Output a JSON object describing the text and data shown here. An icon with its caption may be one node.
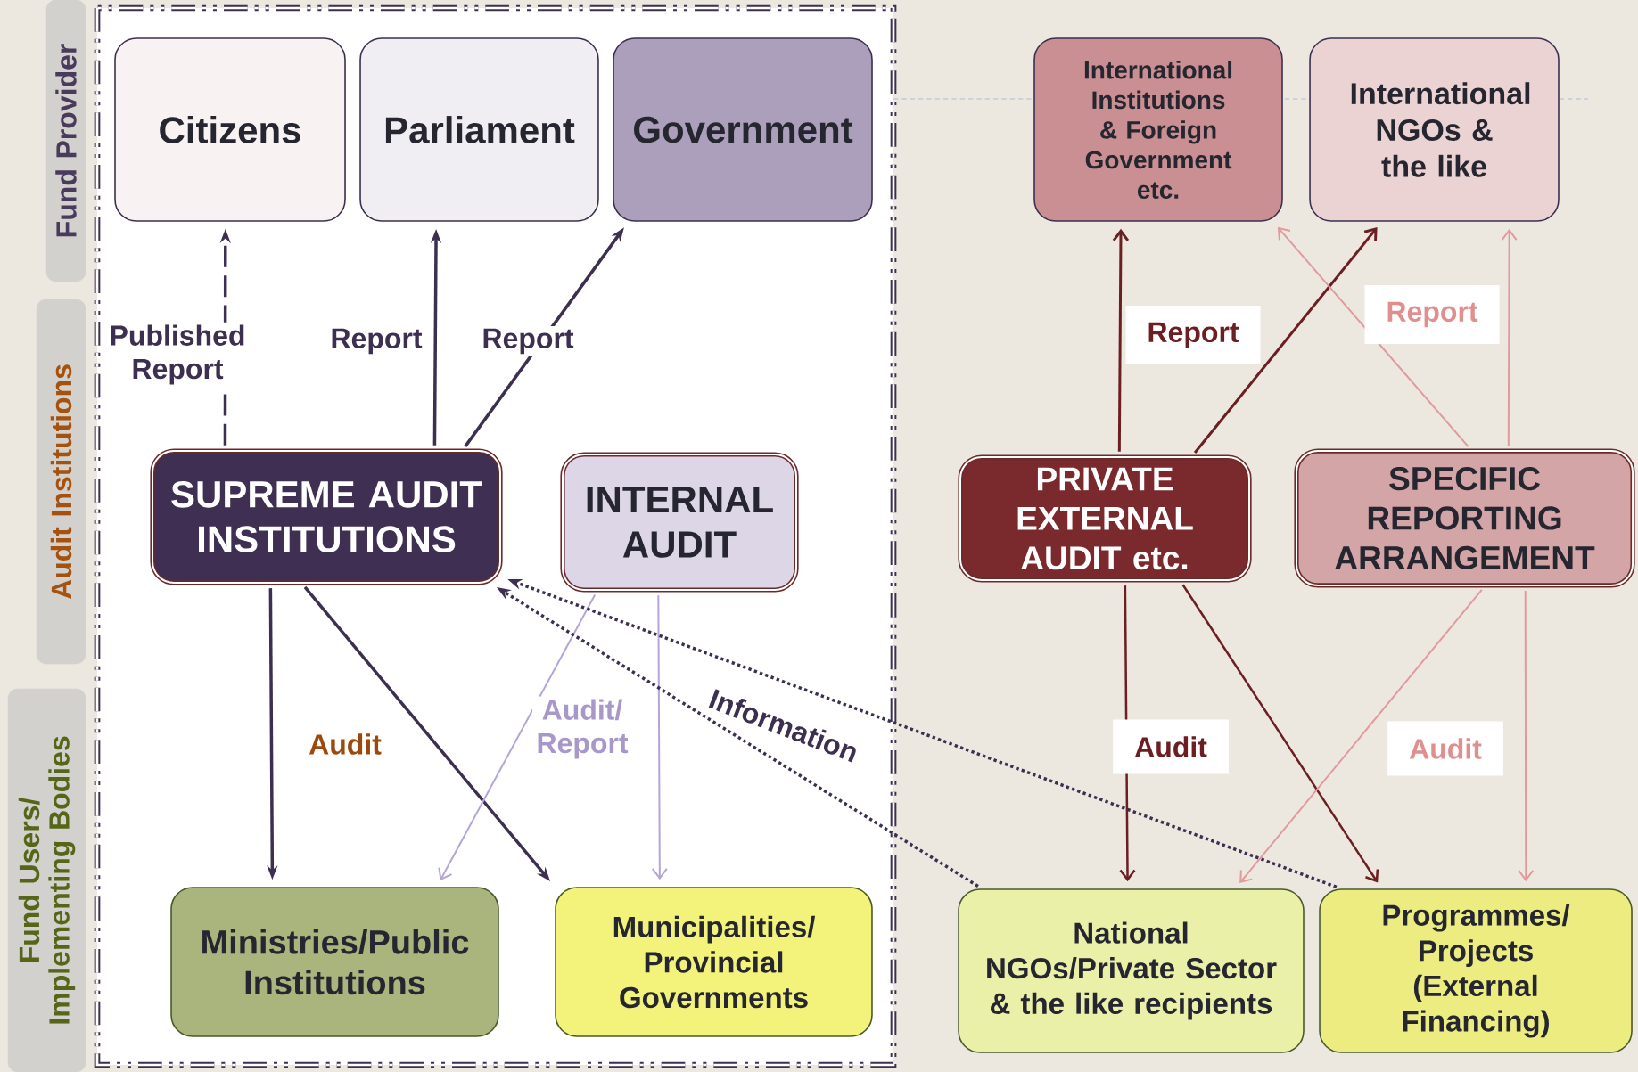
{
  "diagram": {
    "nodes": [
      {
        "text": [
          "Citizens"
        ]
      },
      {
        "text": [
          "Parliament"
        ]
      },
      {
        "text": [
          "Government"
        ]
      },
      {
        "text": [
          "International Institutions & Foreign Government etc."
        ]
      },
      {
        "text": [
          "International NGOs & the like"
        ]
      },
      {
        "text": [
          "SUPREME AUDIT INSTITUTIONS"
        ]
      },
      {
        "text": [
          "INTERNAL AUDIT"
        ]
      },
      {
        "text": [
          "PRIVATE EXTERNAL AUDIT etc."
        ]
      },
      {
        "text": [
          "SPECIFIC REPORTING ARRANGEMENT"
        ]
      },
      {
        "text": [
          "Ministries/Public Institutions"
        ]
      },
      {
        "text": [
          "Municipalities/ Provincial Governments"
        ]
      },
      {
        "text": [
          "National NGOs/Private Sector & the like recipients"
        ]
      },
      {
        "text": [
          "Programmes/ Projects (External Financing)"
        ]
      },
      {
        "text": [
          "Fund Provider"
        ]
      },
      {
        "text": [
          "Audit Institutions"
        ]
      },
      {
        "text": [
          "Fund Users/ Implementing Bodies"
        ]
      }
    ],
    "edges": [
      {
        "from": 5,
        "to": 0,
        "arrow": "to",
        "label": "Published Report",
        "style": "dashed"
      },
      {
        "from": 5,
        "to": 1,
        "arrow": "to",
        "label": "Report"
      },
      {
        "from": 5,
        "to": 2,
        "arrow": "to",
        "label": "Report"
      },
      {
        "from": 5,
        "to": 9,
        "arrow": "to",
        "label": "Audit"
      },
      {
        "from": 5,
        "to": 10,
        "arrow": "to"
      },
      {
        "from": 6,
        "to": 9,
        "arrow": "to",
        "label": "Audit/ Report",
        "color": "#b4a5d6"
      },
      {
        "from": 6,
        "to": 10,
        "arrow": "to",
        "color": "#b4a5d6"
      },
      {
        "from": 11,
        "to": 5,
        "arrow": "to",
        "label": "Information",
        "style": "dashed"
      },
      {
        "from": 12,
        "to": 5,
        "arrow": "to",
        "style": "dashed"
      },
      {
        "from": 7,
        "to": 3,
        "arrow": "to",
        "label": "Report",
        "color": "#6b1f22"
      },
      {
        "from": 7,
        "to": 4,
        "arrow": "to",
        "color": "#6b1f22"
      },
      {
        "from": 8,
        "to": 3,
        "arrow": "to",
        "label": "Report",
        "color": "#e09a9c"
      },
      {
        "from": 8,
        "to": 4,
        "arrow": "to",
        "color": "#e09a9c"
      },
      {
        "from": 7,
        "to": 11,
        "arrow": "to",
        "label": "Audit",
        "color": "#6b1f22"
      },
      {
        "from": 7,
        "to": 12,
        "arrow": "to",
        "color": "#6b1f22"
      },
      {
        "from": 8,
        "to": 11,
        "arrow": "to",
        "label": "Audit",
        "color": "#e09a9c"
      },
      {
        "from": 8,
        "to": 12,
        "arrow": "to",
        "color": "#e09a9c"
      }
    ]
  }
}
